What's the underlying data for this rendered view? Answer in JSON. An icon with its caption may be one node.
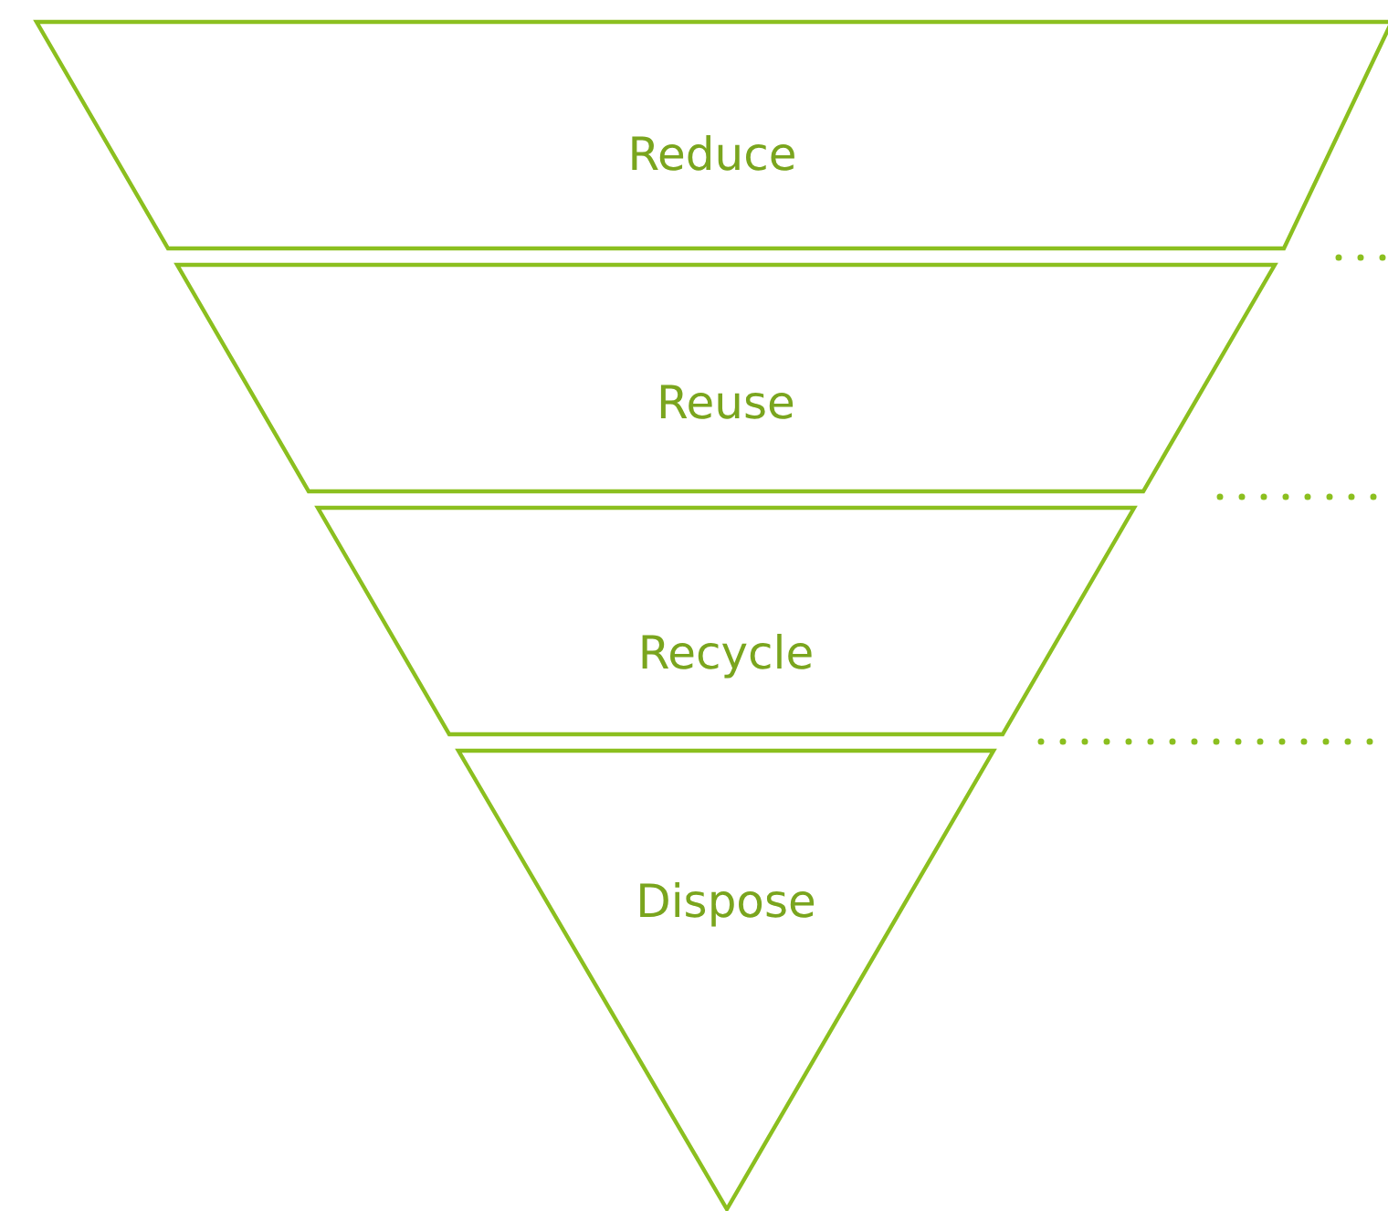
{
  "diagram": {
    "nodes": [
      {
        "text": [
          "Reduce"
        ]
      },
      {
        "text": [
          "Reuse"
        ]
      },
      {
        "text": [
          "Recycle"
        ]
      },
      {
        "text": [
          "Dispose"
        ]
      }
    ]
  }
}
